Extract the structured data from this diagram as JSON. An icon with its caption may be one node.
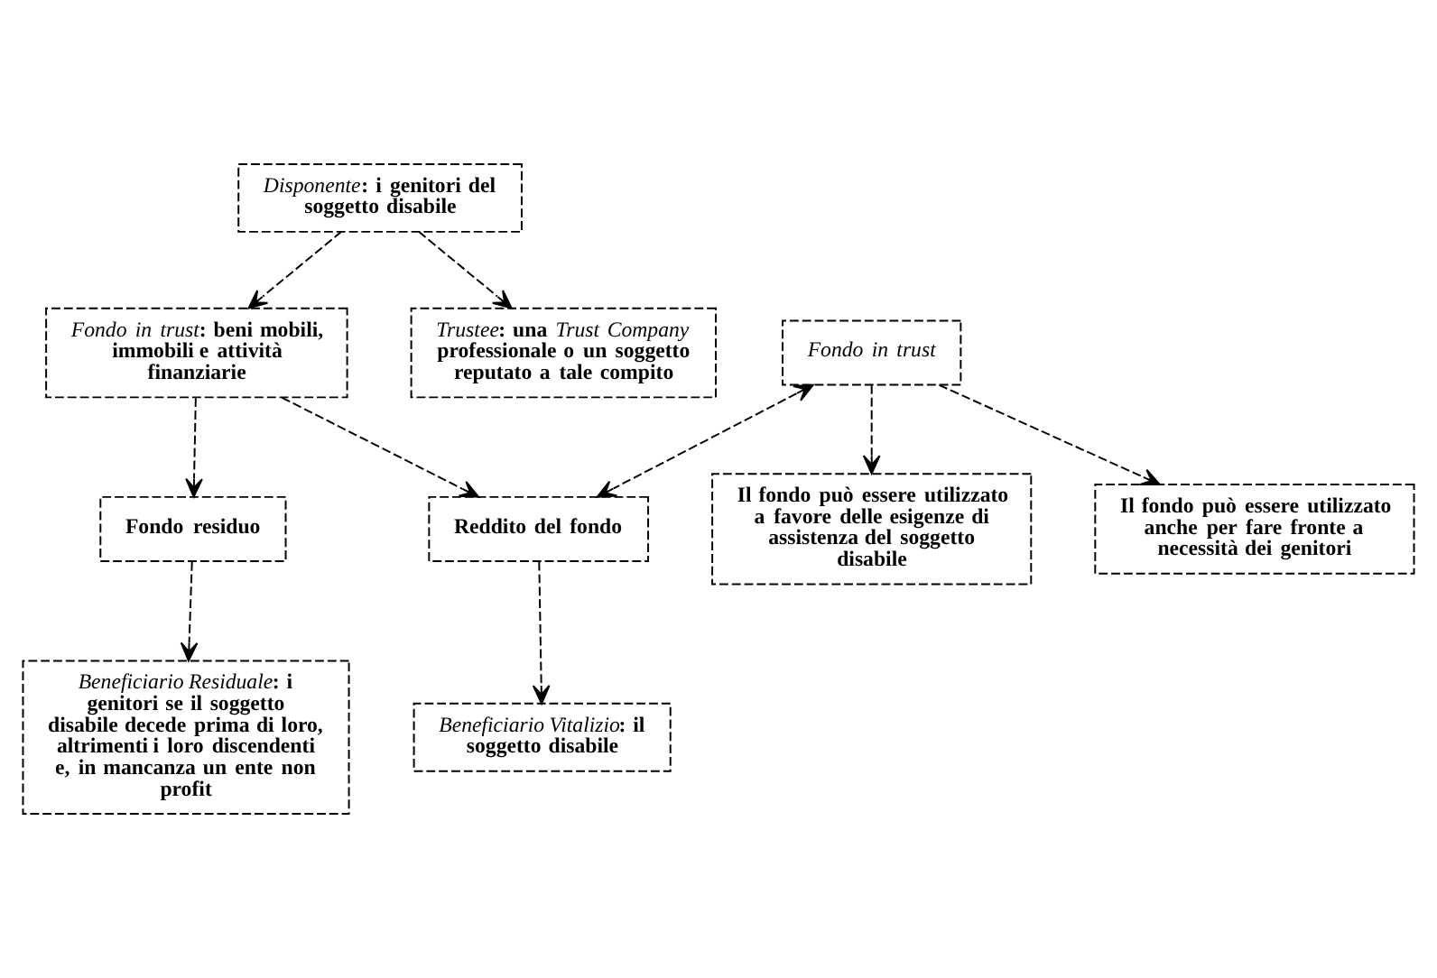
{
  "diagram": {
    "nodes": [
      {
        "text": [
          "*Trustee*: una *Trust Company* professionale o un soggetto reputato a tale compito"
        ]
      },
      {
        "text": [
          "*Disponente*: i genitori del soggetto disabile"
        ]
      },
      {
        "text": [
          "*Fondo in trust*: beni mobili, immobili e attività finanziarie"
        ]
      },
      {
        "text": [
          "*Fondo in trust*"
        ]
      },
      {
        "text": [
          "Reddito del fondo"
        ]
      },
      {
        "text": [
          "Fondo residuo"
        ]
      },
      {
        "text": [
          "Il fondo può essere utilizzato a favore delle esigenze di assistenza del soggetto disabile"
        ]
      },
      {
        "text": [
          "*Beneficiario Vitalizio*: il soggetto disabile"
        ]
      },
      {
        "text": [
          "*Beneficiario Residuale*: i genitori se il soggetto disabile decede prima di loro, altrimenti i loro discendenti e, in mancanza un ente non profit"
        ]
      },
      {
        "text": [
          "Il fondo può essere utilizzato anche per fare fronte a necessità dei genitori"
        ]
      }
    ],
    "edges": [
      {
        "from": 1,
        "to": 0,
        "arrow": "to"
      },
      {
        "from": 1,
        "to": 2,
        "arrow": "to"
      },
      {
        "from": 3,
        "to": 4,
        "arrow": "both"
      },
      {
        "from": 2,
        "to": 4,
        "arrow": "to"
      },
      {
        "from": 2,
        "to": 5,
        "arrow": "to"
      },
      {
        "from": 3,
        "to": 6,
        "arrow": "to"
      },
      {
        "from": 3,
        "to": 9,
        "arrow": "to"
      },
      {
        "from": 4,
        "to": 7,
        "arrow": "to"
      },
      {
        "from": 5,
        "to": 8,
        "arrow": "to"
      }
    ]
  }
}
